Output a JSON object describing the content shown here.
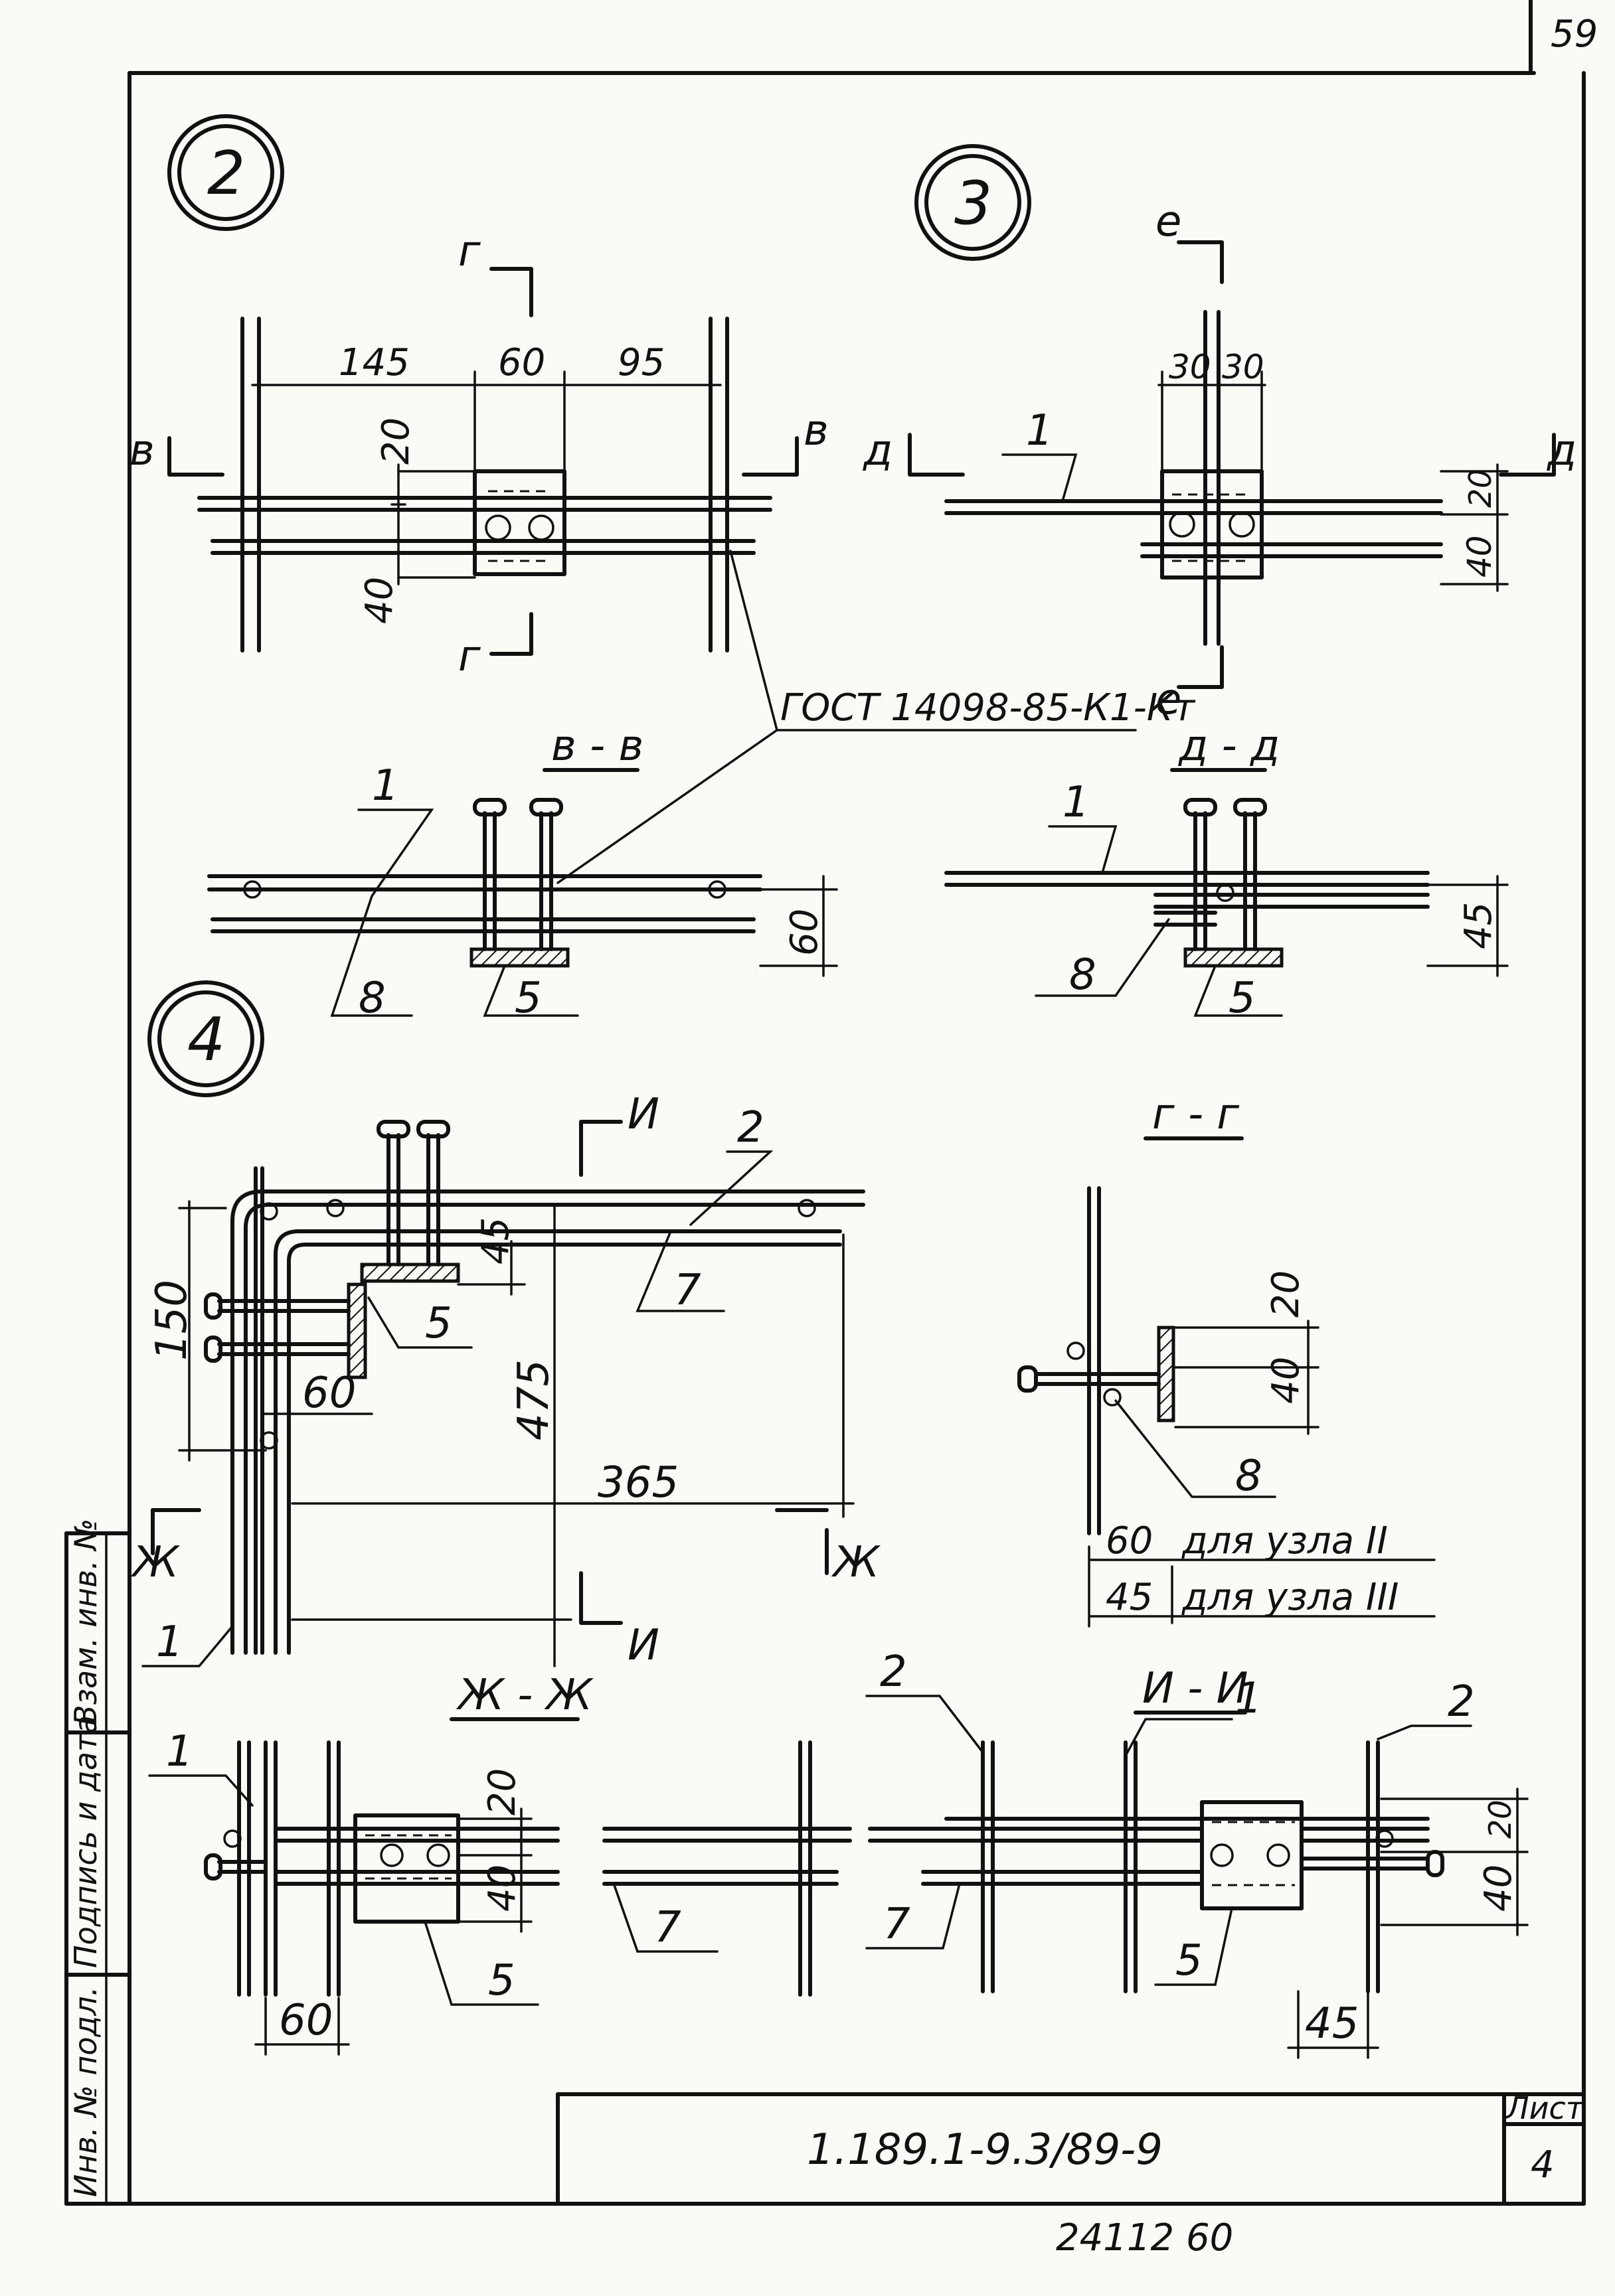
{
  "sheet_corner_number": "59",
  "node_markers": [
    "2",
    "3",
    "4"
  ],
  "node2": {
    "dims": [
      "145",
      "60",
      "95",
      "20",
      "40"
    ],
    "cut_marks": [
      "в",
      "в",
      "г",
      "г"
    ]
  },
  "node3": {
    "dims": [
      "30",
      "30",
      "20",
      "40"
    ],
    "cut_marks": [
      "д",
      "д",
      "е",
      "е"
    ],
    "leader": "1"
  },
  "gost_note": "ГОСТ 14098-85-К1-Кт",
  "section_vv": {
    "title": "в - в",
    "dim": "60",
    "leaders": [
      "1",
      "8",
      "5"
    ]
  },
  "section_dd": {
    "title": "д - д",
    "dim": "45",
    "leaders": [
      "1",
      "8",
      "5"
    ]
  },
  "node4": {
    "dims": [
      "150",
      "45",
      "60",
      "475",
      "365"
    ],
    "cut_marks": [
      "И",
      "И",
      "Ж",
      "Ж"
    ],
    "leaders": [
      "2",
      "7",
      "5",
      "1"
    ]
  },
  "section_gg": {
    "title": "г - г",
    "dims": [
      "20",
      "40"
    ],
    "leader": "8",
    "table": [
      {
        "value": "60",
        "text": "для узла II"
      },
      {
        "value": "45",
        "text": "для узла III"
      }
    ]
  },
  "section_zhzh": {
    "title": "Ж - Ж",
    "dims": [
      "20",
      "40",
      "60"
    ],
    "leaders": [
      "1",
      "5",
      "7"
    ]
  },
  "section_ii": {
    "title": "И - И",
    "dims": [
      "20",
      "40",
      "45"
    ],
    "leaders": [
      "2",
      "1",
      "2",
      "7",
      "5"
    ]
  },
  "side_stamp": [
    "Взам. инв. №",
    "Подпись и дата",
    "Инв. № подл."
  ],
  "title_block": {
    "designation": "1.189.1-9.3/89-9",
    "sheet_label": "Лист",
    "sheet_number": "4"
  },
  "bottom_note": "24112  60"
}
